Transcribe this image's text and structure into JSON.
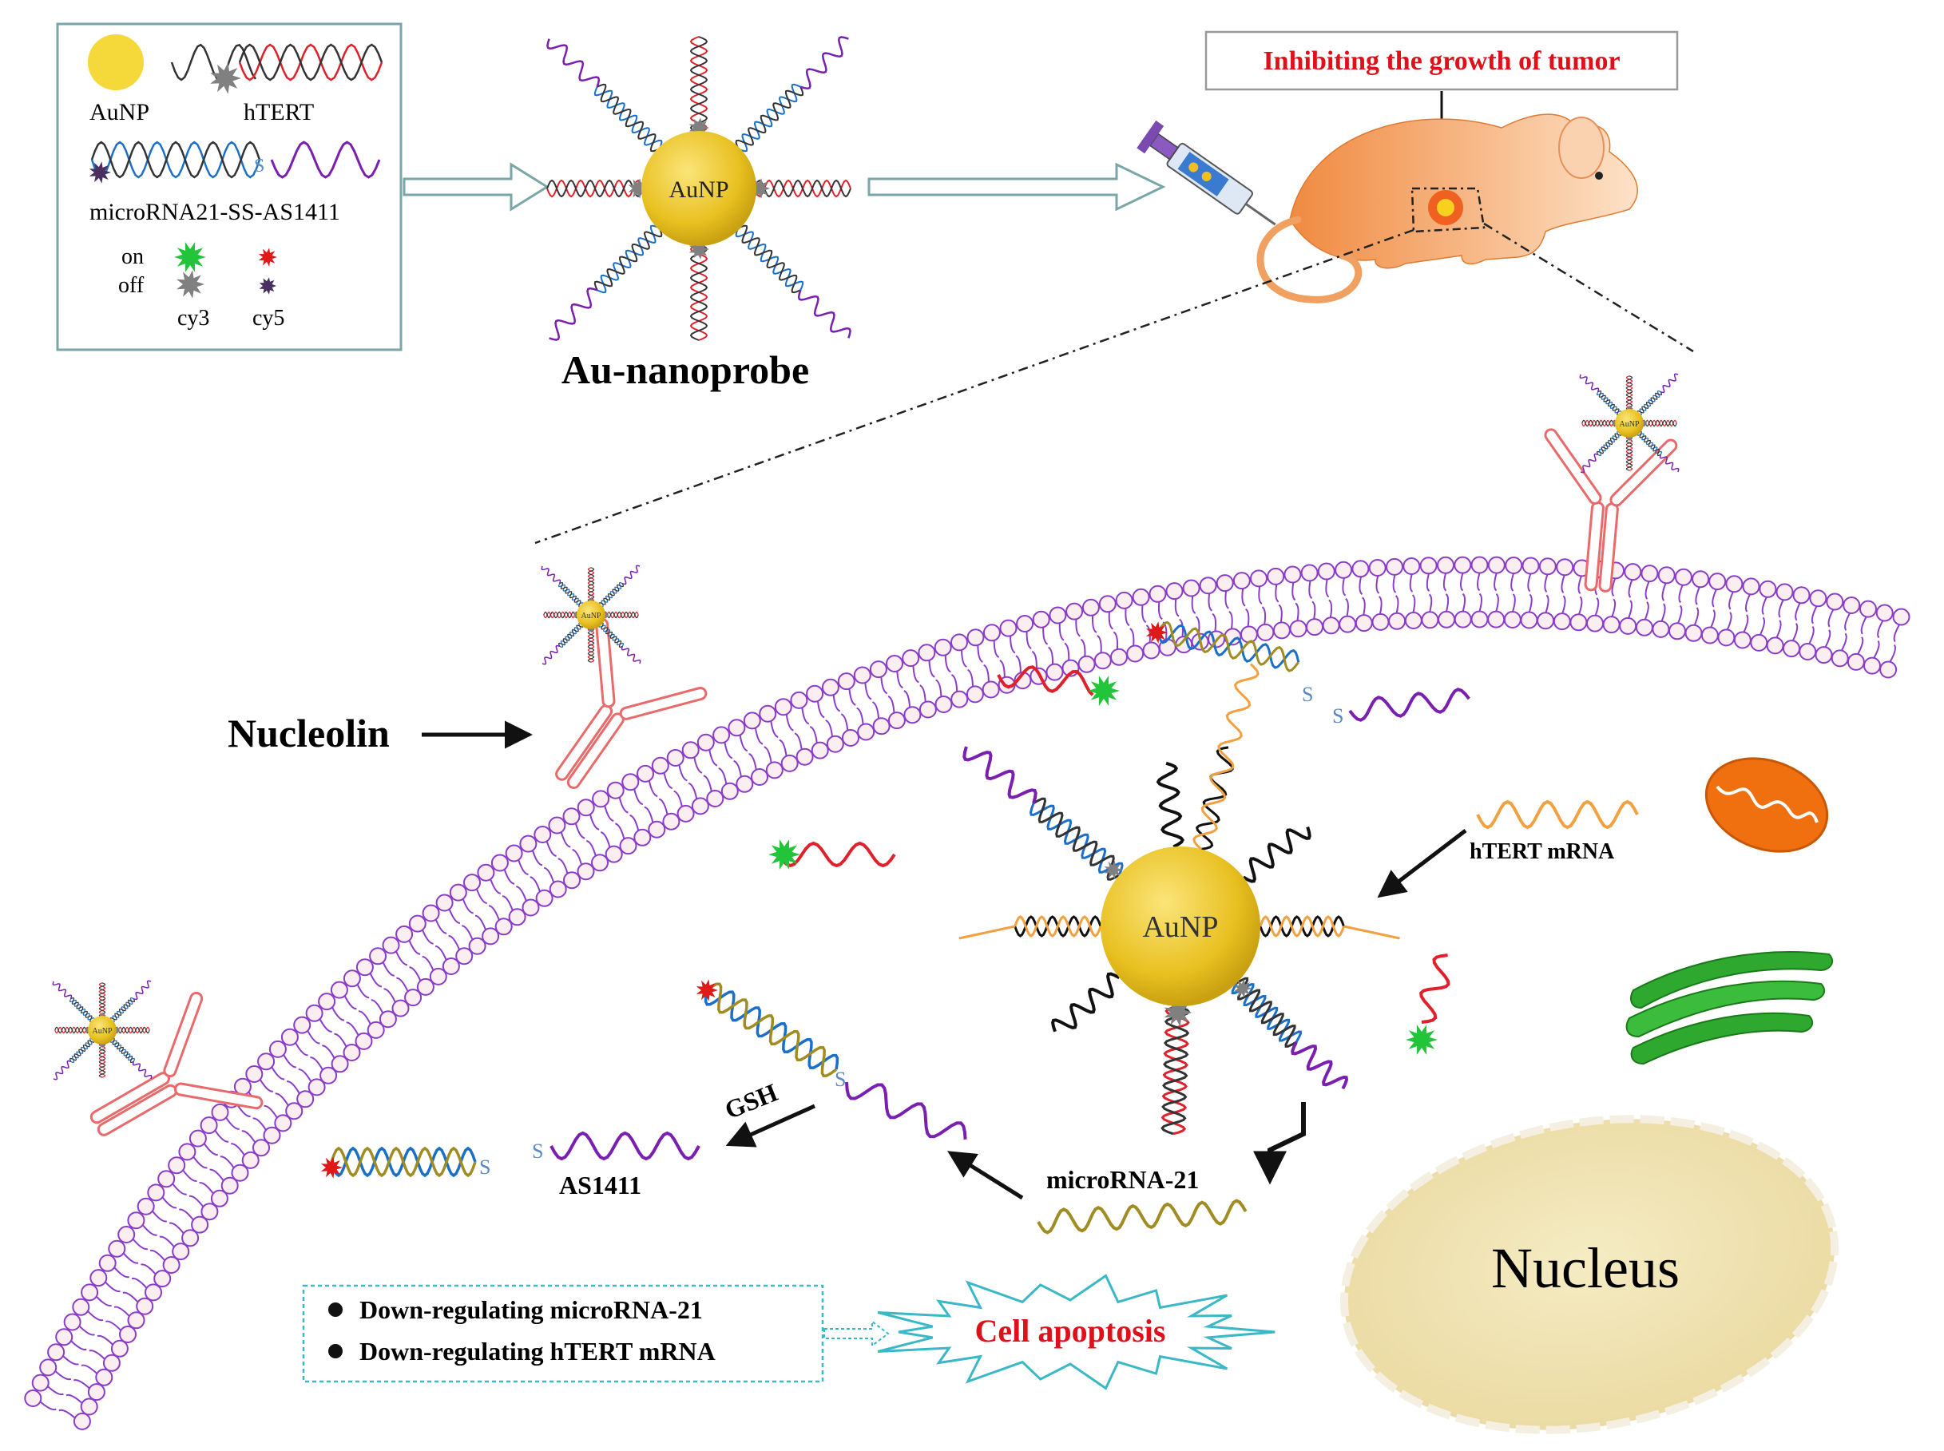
{
  "legend": {
    "aunp": "AuNP",
    "htert": "hTERT",
    "construct": "microRNA21-SS-AS1411",
    "on": "on",
    "off": "off",
    "cy3": "cy3",
    "cy5": "cy5"
  },
  "probe": {
    "title": "Au-nanoprobe",
    "core_label": "AuNP"
  },
  "tumor": {
    "caption": "Inhibiting the growth of tumor"
  },
  "cell": {
    "nucleolin": "Nucleolin",
    "central_core_label": "AuNP",
    "htert_mrna": "hTERT mRNA",
    "mirna": "microRNA-21",
    "gsh": "GSH",
    "as1411": "AS1411",
    "nucleus": "Nucleus",
    "small_core_label": "AuNP"
  },
  "outcome": {
    "bullets": [
      "Down-regulating microRNA-21",
      "Down-regulating hTERT mRNA"
    ],
    "apoptosis": "Cell apoptosis"
  },
  "colors": {
    "gold": "#e8c020",
    "membrane": "#8a3cc8",
    "head_fill": "#fbeef0",
    "antibody": "#e86a6a",
    "aptamer": "#7a1fb0",
    "dna_blue": "#1a6fc9",
    "dna_red": "#e0202a",
    "mrna_orange": "#f2a040",
    "mirna_olive": "#a08c20",
    "mouse": "#f2a86a",
    "cy3_green": "#22c43a",
    "cy5_red": "#e01818",
    "quencher": "#808080",
    "nucleus_fill": "#f2e7b4",
    "mito": "#f07010",
    "golgi": "#2ea82e",
    "burst_stroke": "#3ab8c8",
    "title_red": "#e0101a"
  }
}
